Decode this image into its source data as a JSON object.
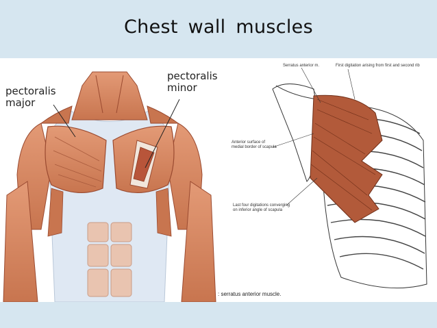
{
  "slide": {
    "title": "Chest  wall  muscles"
  },
  "left_figure": {
    "label_pectoralis_major_line1": "pectoralis",
    "label_pectoralis_major_line2": "major",
    "label_pectoralis_minor_line1": "pectoralis",
    "label_pectoralis_minor_line2": "minor"
  },
  "right_figure": {
    "label_serratus_anterior": "Serratus anterior m.",
    "label_first_digitation": "First digitation arising from first and second rib",
    "label_anterior_surface_line1": "Anterior surface of",
    "label_anterior_surface_line2": "medial border of scapula",
    "label_last_four_line1": "Last four digitations converging",
    "label_last_four_line2": "on inferior angle of scapula",
    "caption": ": serratus anterior muscle."
  },
  "colors": {
    "background": "#d6e6f0",
    "muscle": "#d58a66",
    "muscle_dark": "#a84e33",
    "fascia": "#dfe8f3"
  }
}
